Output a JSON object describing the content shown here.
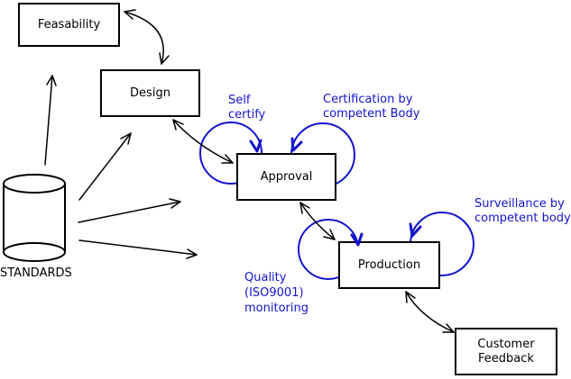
{
  "nodes": {
    "feasability": {
      "label": "Feasability"
    },
    "design": {
      "label": "Design"
    },
    "approval": {
      "label": "Approval"
    },
    "production": {
      "label": "Production"
    },
    "customer_feedback": {
      "label": "Customer Feedback"
    }
  },
  "datastore": {
    "label": "STANDARDS"
  },
  "annotations": {
    "self_certify": {
      "text": "Self\ncertify"
    },
    "certification": {
      "text": "Certification by\ncompetent Body"
    },
    "surveillance": {
      "text": "Surveillance by\ncompetent body"
    },
    "quality": {
      "text": "Quality\n(ISO9001)\nmonitoring"
    }
  },
  "colors": {
    "line": "#000000",
    "loop_and_annotation": "#1414cc",
    "background": "#ffffff"
  }
}
